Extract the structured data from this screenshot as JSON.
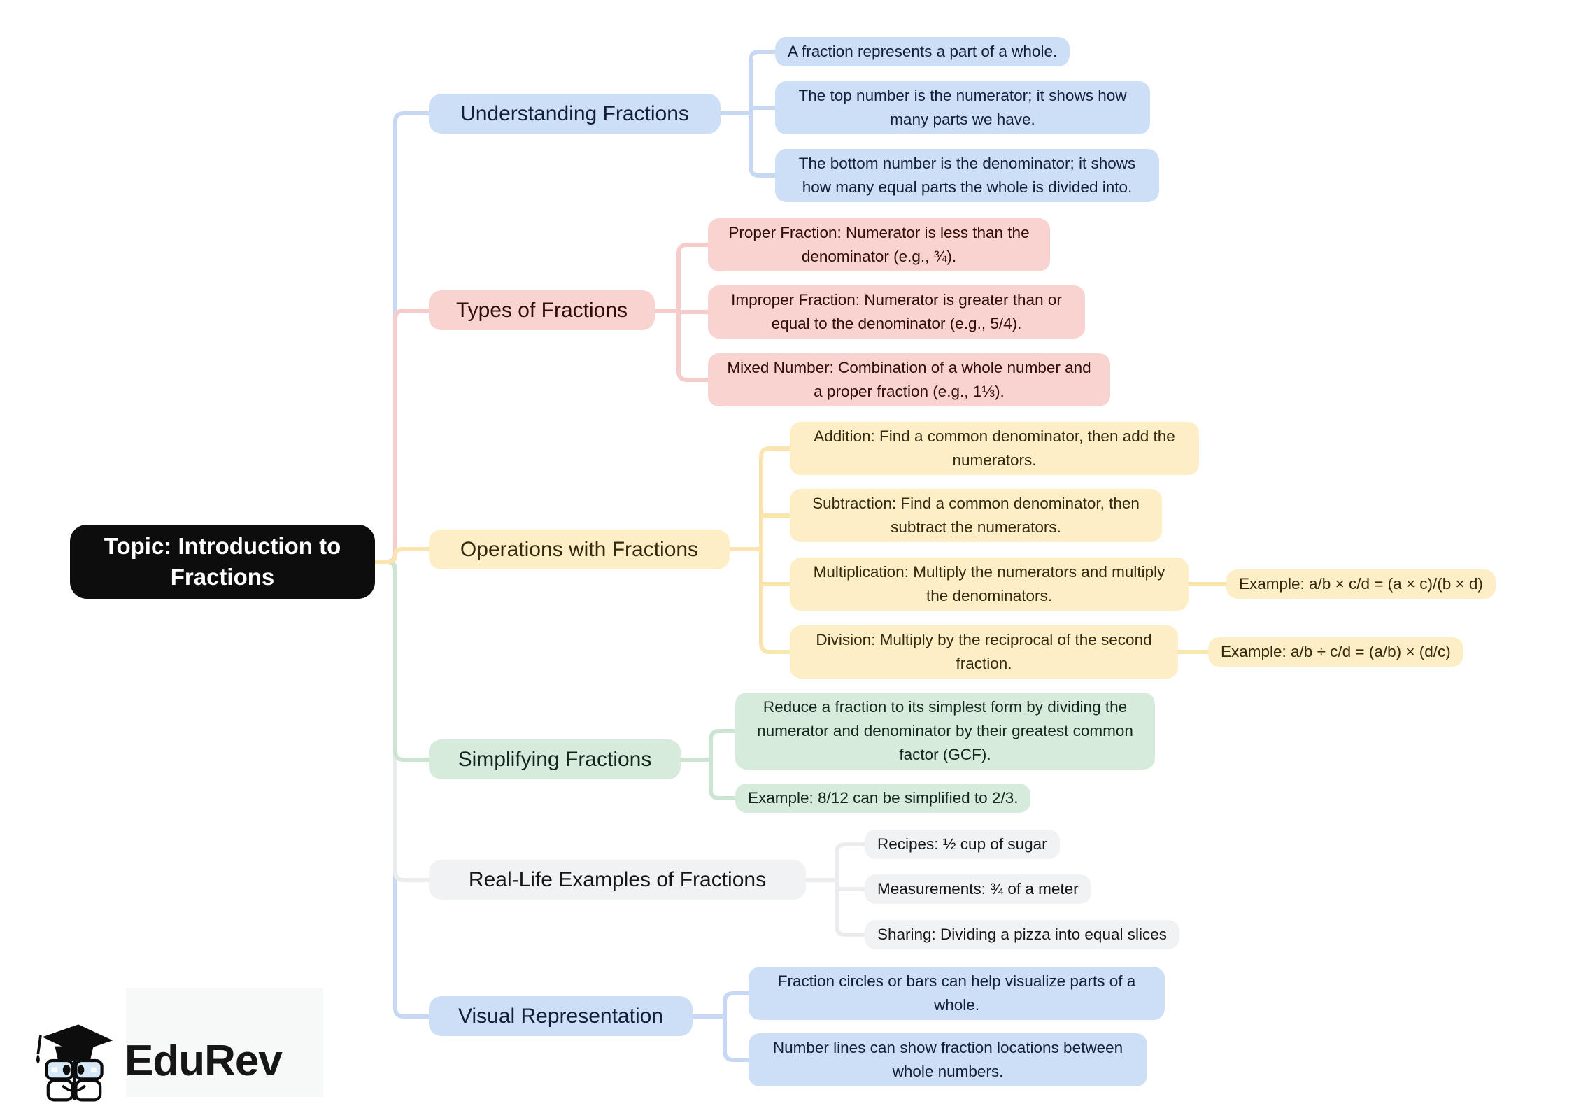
{
  "root_label": "Topic: Introduction to Fractions",
  "branches": [
    {
      "label": "Understanding Fractions",
      "color": "#cddff7",
      "children": [
        "A fraction represents a part of a whole.",
        "The top number is the numerator; it shows how many parts we have.",
        "The bottom number is the denominator; it shows how many equal parts the whole is divided into."
      ]
    },
    {
      "label": "Types of Fractions",
      "color": "#f9d3d0",
      "children": [
        "Proper Fraction: Numerator is less than the denominator (e.g., ¾).",
        "Improper Fraction: Numerator is greater than or equal to the denominator (e.g., 5/4).",
        "Mixed Number: Combination of a whole number and a proper fraction (e.g., 1⅓)."
      ]
    },
    {
      "label": "Operations with Fractions",
      "color": "#fdeec5",
      "children": [
        "Addition: Find a common denominator, then add the numerators.",
        "Subtraction: Find a common denominator, then subtract the numerators.",
        "Multiplication: Multiply the numerators and multiply the denominators.",
        "Division: Multiply by the reciprocal of the second fraction."
      ],
      "examples": [
        "Example: a/b × c/d = (a × c)/(b × d)",
        "Example: a/b ÷ c/d = (a/b) × (d/c)"
      ]
    },
    {
      "label": "Simplifying Fractions",
      "color": "#d6ebdb",
      "children": [
        "Reduce a fraction to its simplest form by dividing the numerator and denominator by their greatest common factor (GCF).",
        "Example: 8/12 can be simplified to 2/3."
      ]
    },
    {
      "label": "Real-Life Examples of Fractions",
      "color": "#f1f2f3",
      "children": [
        "Recipes: ½ cup of sugar",
        "Measurements: ¾ of a meter",
        "Sharing: Dividing a pizza into equal slices"
      ]
    },
    {
      "label": "Visual Representation",
      "color": "#cddff7",
      "children": [
        "Fraction circles or bars can help visualize parts of a whole.",
        "Number lines can show fraction locations between whole numbers."
      ]
    }
  ],
  "logo": {
    "brand": "EduRev"
  },
  "colors": {
    "root_bg": "#0d0d0d",
    "line_blue": "#c6d8f3",
    "line_pink": "#f5ccc9",
    "line_yellow": "#fbe5af",
    "line_green": "#cbe5d2",
    "line_gray": "#ebeced"
  }
}
